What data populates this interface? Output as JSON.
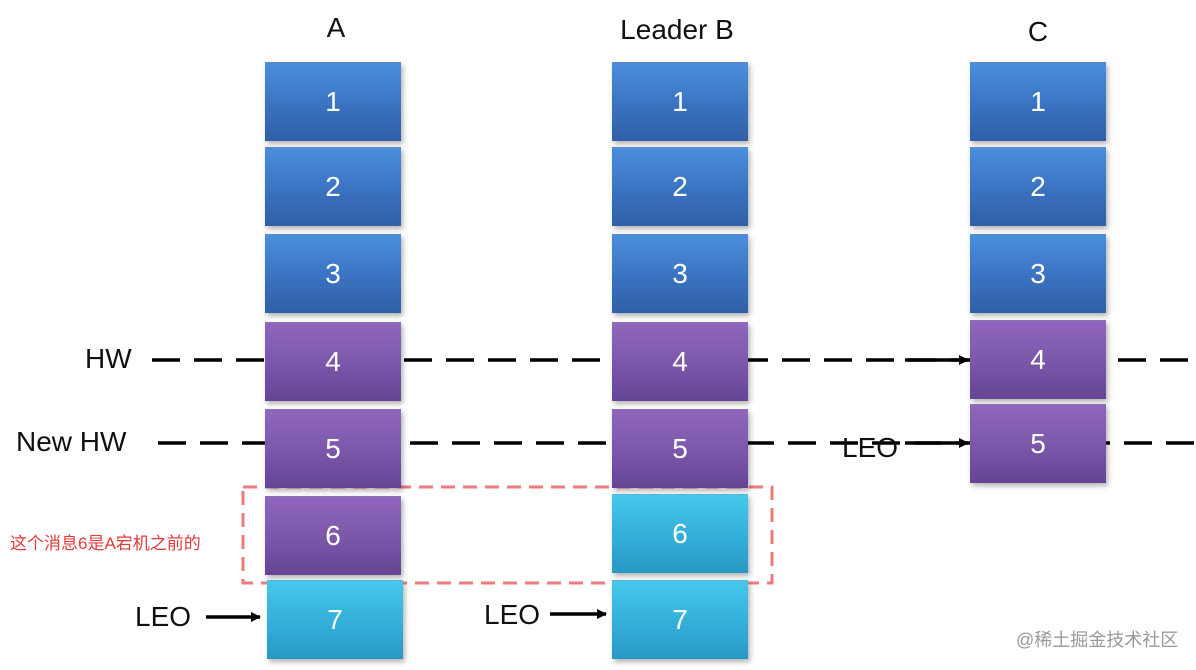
{
  "columns": [
    {
      "title": "A",
      "blocks": [
        {
          "label": "1",
          "color": "#3a72c0"
        },
        {
          "label": "2",
          "color": "#3a72c0"
        },
        {
          "label": "3",
          "color": "#3a72c0"
        },
        {
          "label": "4",
          "color": "#7a56a8"
        },
        {
          "label": "5",
          "color": "#7a56a8"
        },
        {
          "label": "6",
          "color": "#7a56a8"
        },
        {
          "label": "7",
          "color": "#33aed8"
        }
      ]
    },
    {
      "title": "Leader B",
      "blocks": [
        {
          "label": "1",
          "color": "#3a72c0"
        },
        {
          "label": "2",
          "color": "#3a72c0"
        },
        {
          "label": "3",
          "color": "#3a72c0"
        },
        {
          "label": "4",
          "color": "#7a56a8"
        },
        {
          "label": "5",
          "color": "#7a56a8"
        },
        {
          "label": "6",
          "color": "#33aed8"
        },
        {
          "label": "7",
          "color": "#33aed8"
        }
      ]
    },
    {
      "title": "C",
      "blocks": [
        {
          "label": "1",
          "color": "#3a72c0"
        },
        {
          "label": "2",
          "color": "#3a72c0"
        },
        {
          "label": "3",
          "color": "#3a72c0"
        },
        {
          "label": "4",
          "color": "#7a56a8"
        },
        {
          "label": "5",
          "color": "#7a56a8"
        }
      ]
    }
  ],
  "markers": {
    "hw": "HW",
    "new_hw": "New HW",
    "leo_a": "LEO",
    "leo_b": "LEO",
    "leo_c": "LEO"
  },
  "annotation": {
    "text": "这个消息6是A宕机之前的",
    "color": "#e03a3a"
  },
  "watermark": "@稀土掘金技术社区"
}
